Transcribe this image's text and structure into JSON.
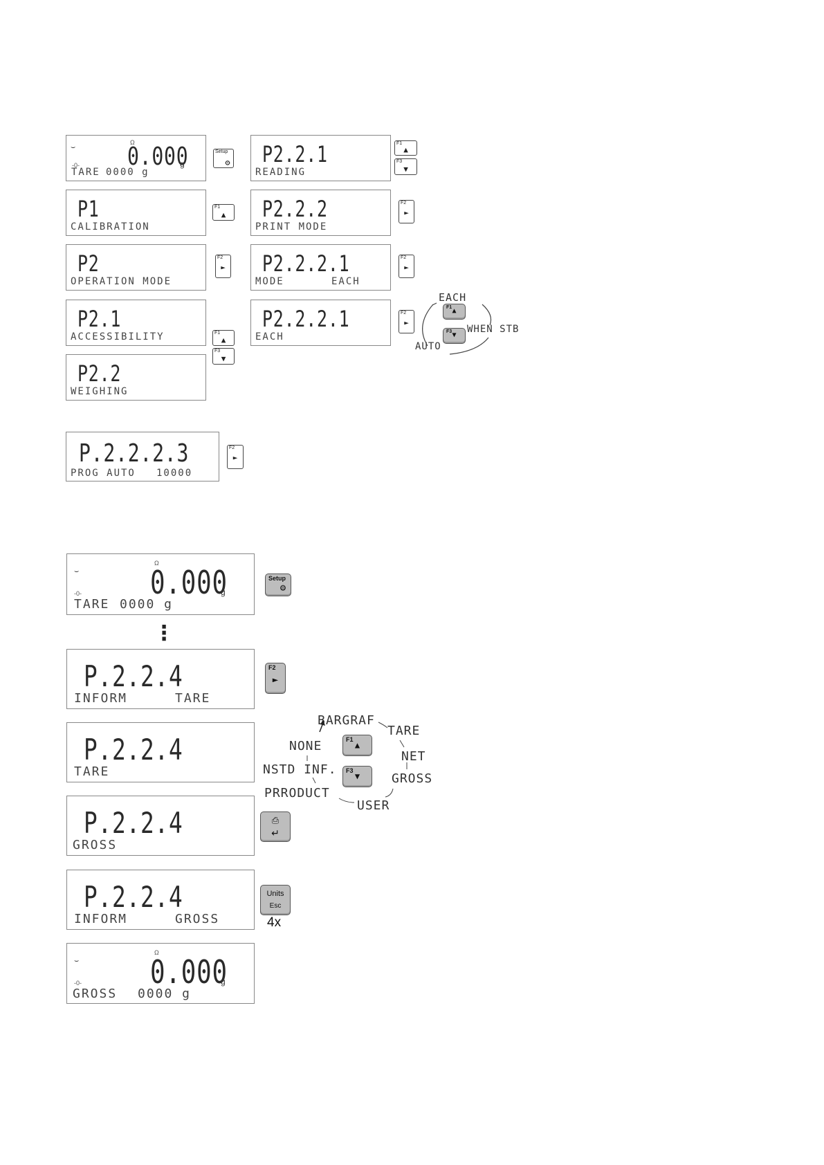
{
  "section1": {
    "screens": {
      "home": {
        "indicator": "Ω",
        "weight": "0.000",
        "unit": "g",
        "zero_marker": "-0-",
        "info_label": "TARE",
        "info_value": "0000 g"
      },
      "p1": {
        "code": "P1",
        "label": "CALIBRATION"
      },
      "p2": {
        "code": "P2",
        "label": "OPERATION MODE"
      },
      "p21": {
        "code": "P2.1",
        "label": "ACCESSIBILITY"
      },
      "p22": {
        "code": "P2.2",
        "label": "WEIGHING"
      },
      "p221": {
        "code": "P2.2.1",
        "label": "READING"
      },
      "p222": {
        "code": "P2.2.2",
        "label": "PRINT MODE"
      },
      "p2221a": {
        "code": "P2.2.2.1",
        "label": "MODE",
        "value": "EACH"
      },
      "p2221b": {
        "code": "P2.2.2.1",
        "label": "EACH"
      },
      "p2223": {
        "code": "P.2.2.2.3",
        "label": "PROG AUTO",
        "value": "10000"
      }
    },
    "keys": {
      "setup": "Setup",
      "f1": "F1",
      "f2": "F2",
      "f3": "F3",
      "up_arrow": "▲",
      "down_arrow": "▼",
      "right_arrow": "►"
    },
    "cycle": {
      "top": "EACH",
      "right": "WHEN STB",
      "left": "AUTO"
    }
  },
  "section2": {
    "screens": {
      "home": {
        "indicator": "Ω",
        "weight": "0.000",
        "unit": "g",
        "zero_marker": "-0-",
        "info_label": "TARE",
        "info_value": "0000 g"
      },
      "inform_tare": {
        "code": "P.2.2.4",
        "label": "INFORM",
        "value": "TARE"
      },
      "tare": {
        "code": "P.2.2.4",
        "label": "TARE"
      },
      "gross": {
        "code": "P.2.2.4",
        "label": "GROSS"
      },
      "inform_gross": {
        "code": "P.2.2.4",
        "label": "INFORM",
        "value": "GROSS"
      },
      "final": {
        "indicator": "Ω",
        "weight": "0.000",
        "unit": "g",
        "zero_marker": "-0-",
        "info_label": "GROSS",
        "info_value": "0000 g"
      }
    },
    "keys": {
      "setup": "Setup",
      "f2": "F2",
      "f1": "F1",
      "f3": "F3",
      "units": "Units",
      "esc": "Esc",
      "enter_symbol": "↵",
      "print_symbol": "⎙",
      "repeat": "4x",
      "up_arrow": "▲",
      "down_arrow": "▼",
      "right_arrow": "►"
    },
    "ellipsis": "⋮",
    "cycle": {
      "bargraf": "BARGRAF",
      "tare": "TARE",
      "net": "NET",
      "gross": "GROSS",
      "user": "USER",
      "product": "PRRODUCT",
      "nstd_inf": "NSTD INF.",
      "none": "NONE"
    }
  }
}
